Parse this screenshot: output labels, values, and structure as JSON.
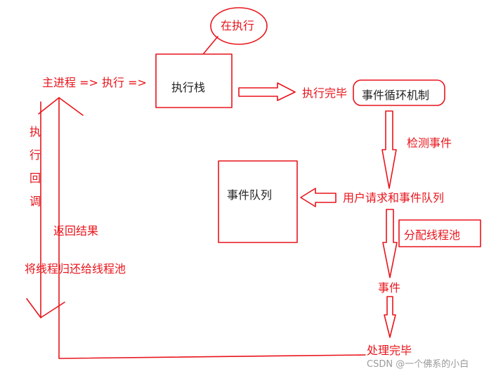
{
  "diagram": {
    "bubble_label": "在执行",
    "main_thread_label": "主进程 => 执行 =>",
    "exec_stack_label": "执行栈",
    "exec_done_label": "执行完毕",
    "event_loop_label": "事件循环机制",
    "detect_events_label": "检测事件",
    "event_queue_box_label": "事件队列",
    "user_request_label": "用户请求和事件队列",
    "allocate_thread_label": "分配线程池",
    "event_label": "事件",
    "processing_done_label": "处理完毕",
    "vertical_exec_callback": [
      "执",
      "行",
      "回",
      "调"
    ],
    "return_result_label": "返回结果",
    "return_thread_label": "将线程归还给线程池"
  },
  "watermark": "CSDN @一个佛系的小白",
  "colors": {
    "stroke": "#e8141b",
    "text": "#e8141b",
    "dark_text": "#222222",
    "watermark": "#9a9a9a",
    "background": "#ffffff"
  }
}
